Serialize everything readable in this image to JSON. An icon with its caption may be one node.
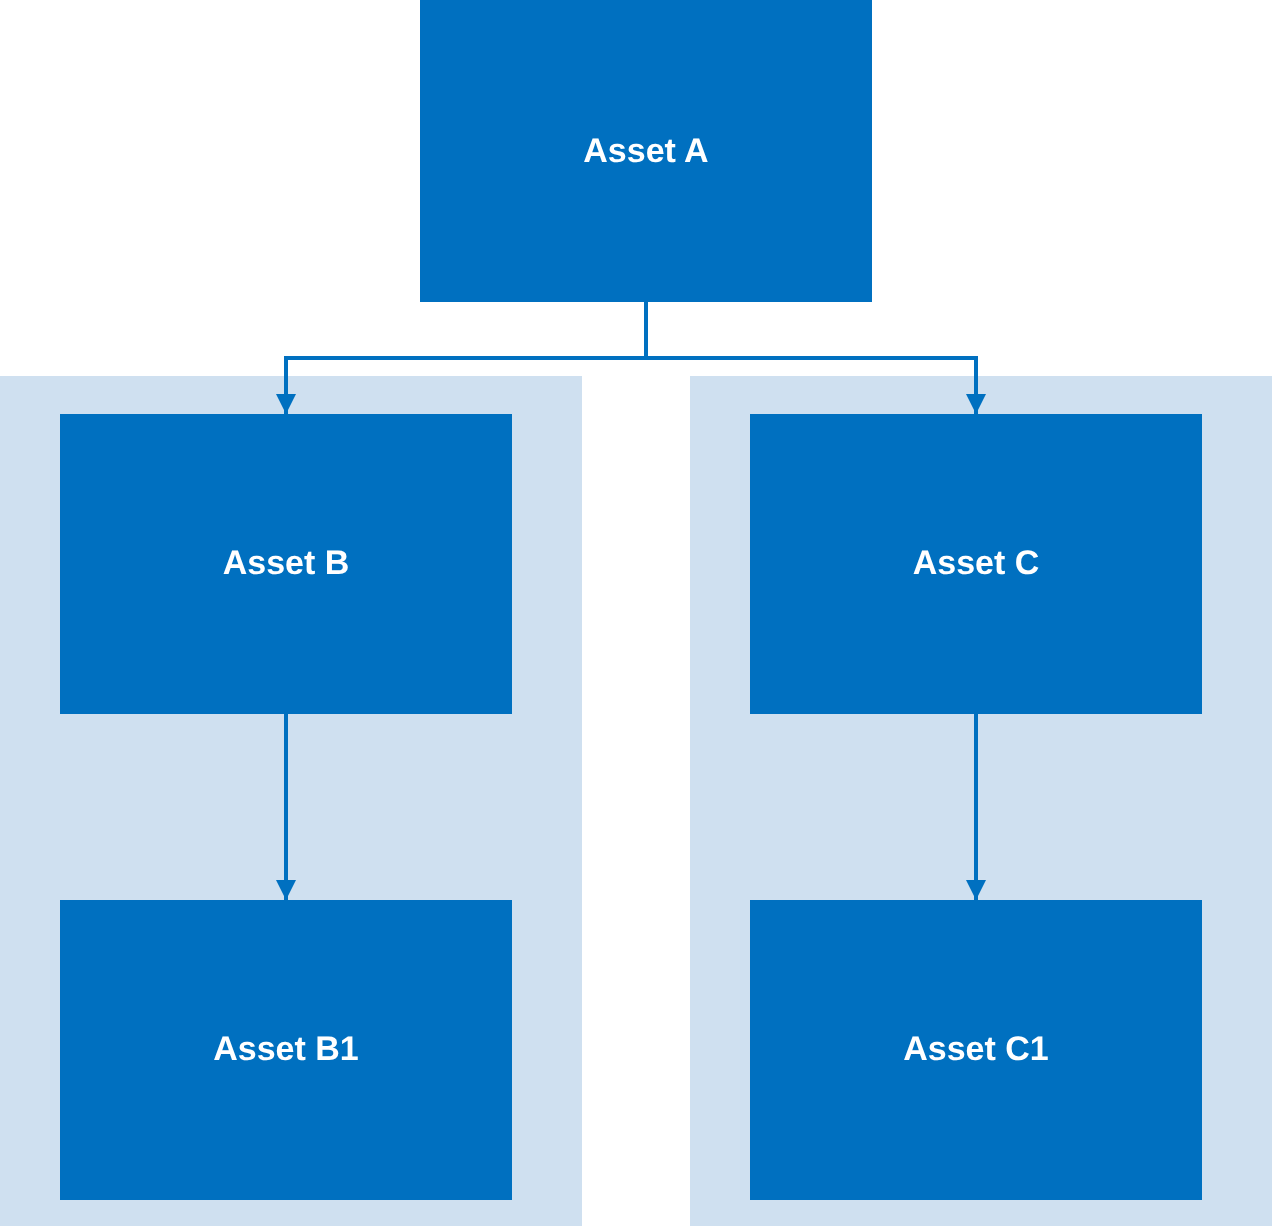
{
  "diagram": {
    "nodes": [
      {
        "text": [
          "Asset A"
        ]
      },
      {
        "text": [],
        "shape": "box"
      },
      {
        "text": [
          "Asset B"
        ],
        "in": 1
      },
      {
        "text": [
          "Asset B1"
        ],
        "in": 1
      },
      {
        "text": [],
        "shape": "box"
      },
      {
        "text": [
          "Asset C"
        ],
        "in": 4
      },
      {
        "text": [
          "Asset C1"
        ],
        "in": 4
      }
    ],
    "edges": [
      {
        "from": 0,
        "to": 2,
        "arrow": "to"
      },
      {
        "from": 0,
        "to": 5,
        "arrow": "to"
      },
      {
        "from": 2,
        "to": 3,
        "arrow": "to"
      },
      {
        "from": 5,
        "to": 6,
        "arrow": "to"
      }
    ]
  }
}
